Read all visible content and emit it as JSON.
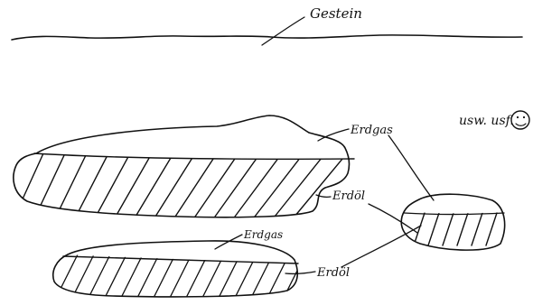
{
  "labels": {
    "rock": "Gestein",
    "gas_1": "Erdgas",
    "oil_1": "Erdöl",
    "gas_2": "Erdgas",
    "oil_2": "Erdöl",
    "etc": "usw. usf."
  },
  "colors": {
    "ink": "#111111",
    "paper": "#ffffff"
  },
  "icons": {
    "smiley": "smiley-icon"
  }
}
